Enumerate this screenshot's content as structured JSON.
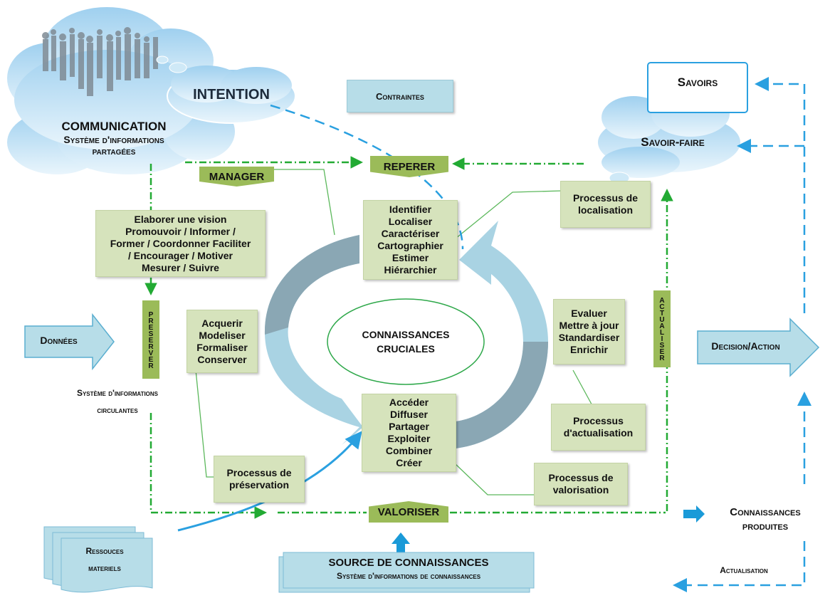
{
  "clouds": {
    "communication_title": "COMMUNICATION",
    "communication_sub1": "Système d'informations",
    "communication_sub2": "partagées",
    "intention": "INTENTION",
    "savoir_faire": "Savoir-faire"
  },
  "savoirs": "Savoirs",
  "contraintes": "Contraintes",
  "tags": {
    "manager": "MANAGER",
    "reperer": "REPERER",
    "valoriser": "VALORISER",
    "preserver": "PRESERVER",
    "actualiser": "ACTUALISER"
  },
  "boxes": {
    "manager_actions": "Elaborer une vision\nPromouvoir / Informer /\nFormer / Coordonner Faciliter\n/ Encourager / Motiver\nMesurer / Suivre",
    "reperer_actions": "Identifier\nLocaliser\nCaractériser\nCartographier\nEstimer\nHiérarchier",
    "preserver_actions": "Acquerir\nModeliser\nFormaliser\nConserver",
    "valoriser_actions": "Accéder\nDiffuser\nPartager\nExploiter\nCombiner\nCréer",
    "actualiser_actions": "Evaluer\nMettre à jour\nStandardiser\nEnrichir",
    "processus_localisation": "Processus de\nlocalisation",
    "processus_actualisation": "Processus\nd'actualisation",
    "processus_valorisation": "Processus de\nvalorisation",
    "processus_preservation": "Processus de\npréservation"
  },
  "center": "CONNAISSANCES\nCRUCIALES",
  "donnees": "Données",
  "decision": "Decision/Action",
  "systeme_circulantes_1": "Système d'informations",
  "systeme_circulantes_2": "circulantes",
  "connaissances_produites_1": "Connaissances",
  "connaissances_produites_2": "produites",
  "actualisation": "Actualisation",
  "ressources_1": "Ressouces",
  "ressources_2": "materiels",
  "source_title": "SOURCE DE CONNAISSANCES",
  "source_sub": "Système d'informations de connaissances",
  "colors": {
    "green_box": "#d6e3bc",
    "green_tag": "#9bbb59",
    "blue_box": "#b7dde8",
    "dash_green": "#22aa33",
    "dash_blue": "#2aa0e0",
    "cycle_light": "#a9d3e3",
    "cycle_dark": "#8aa7b4"
  }
}
